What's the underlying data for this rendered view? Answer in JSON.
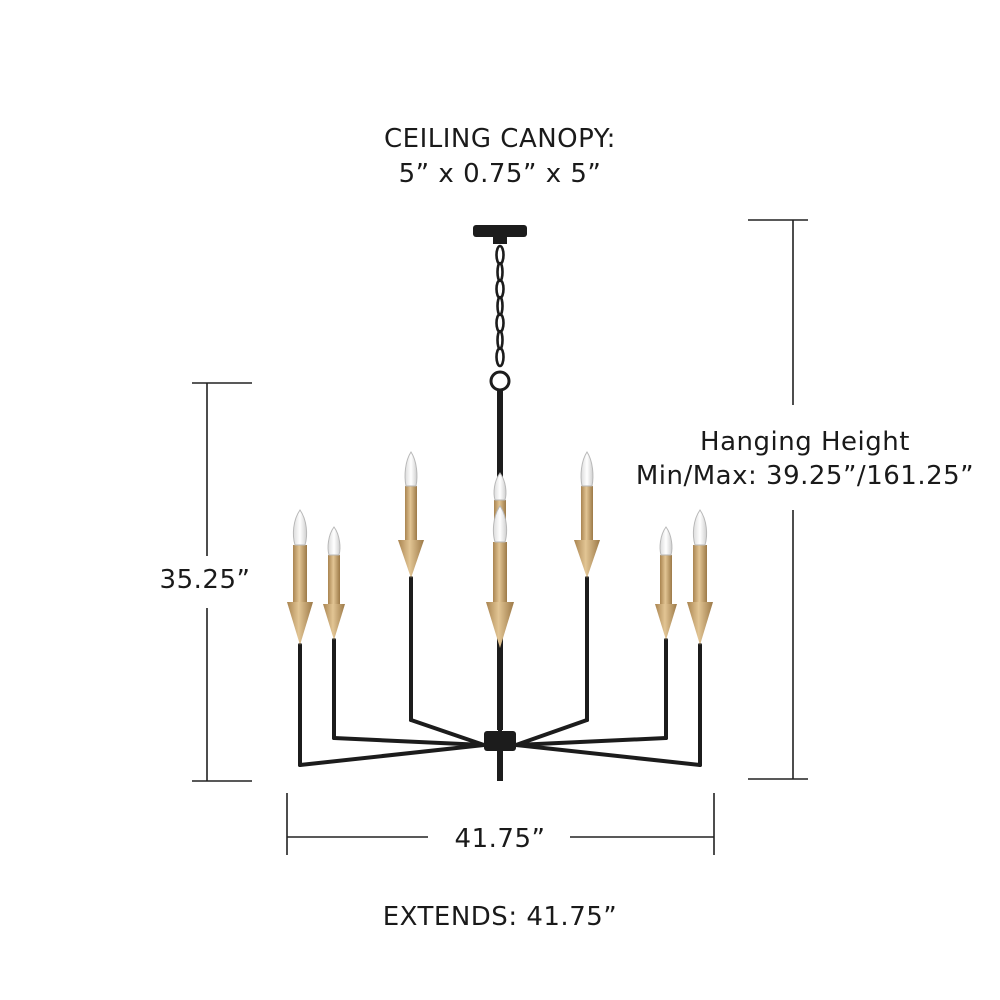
{
  "canopy": {
    "title": "CEILING CANOPY:",
    "dimensions": "5” x 0.75” x 5”"
  },
  "hanging_height": {
    "title": "Hanging Height",
    "min_max": "Min/Max: 39.25”/161.25”"
  },
  "fixture_height": "35.25”",
  "fixture_width": "41.75”",
  "extends": "EXTENDS: 41.75”",
  "colors": {
    "frame": "#1c1c1c",
    "brass": "#c9a66b",
    "dimension_line": "#222222"
  }
}
